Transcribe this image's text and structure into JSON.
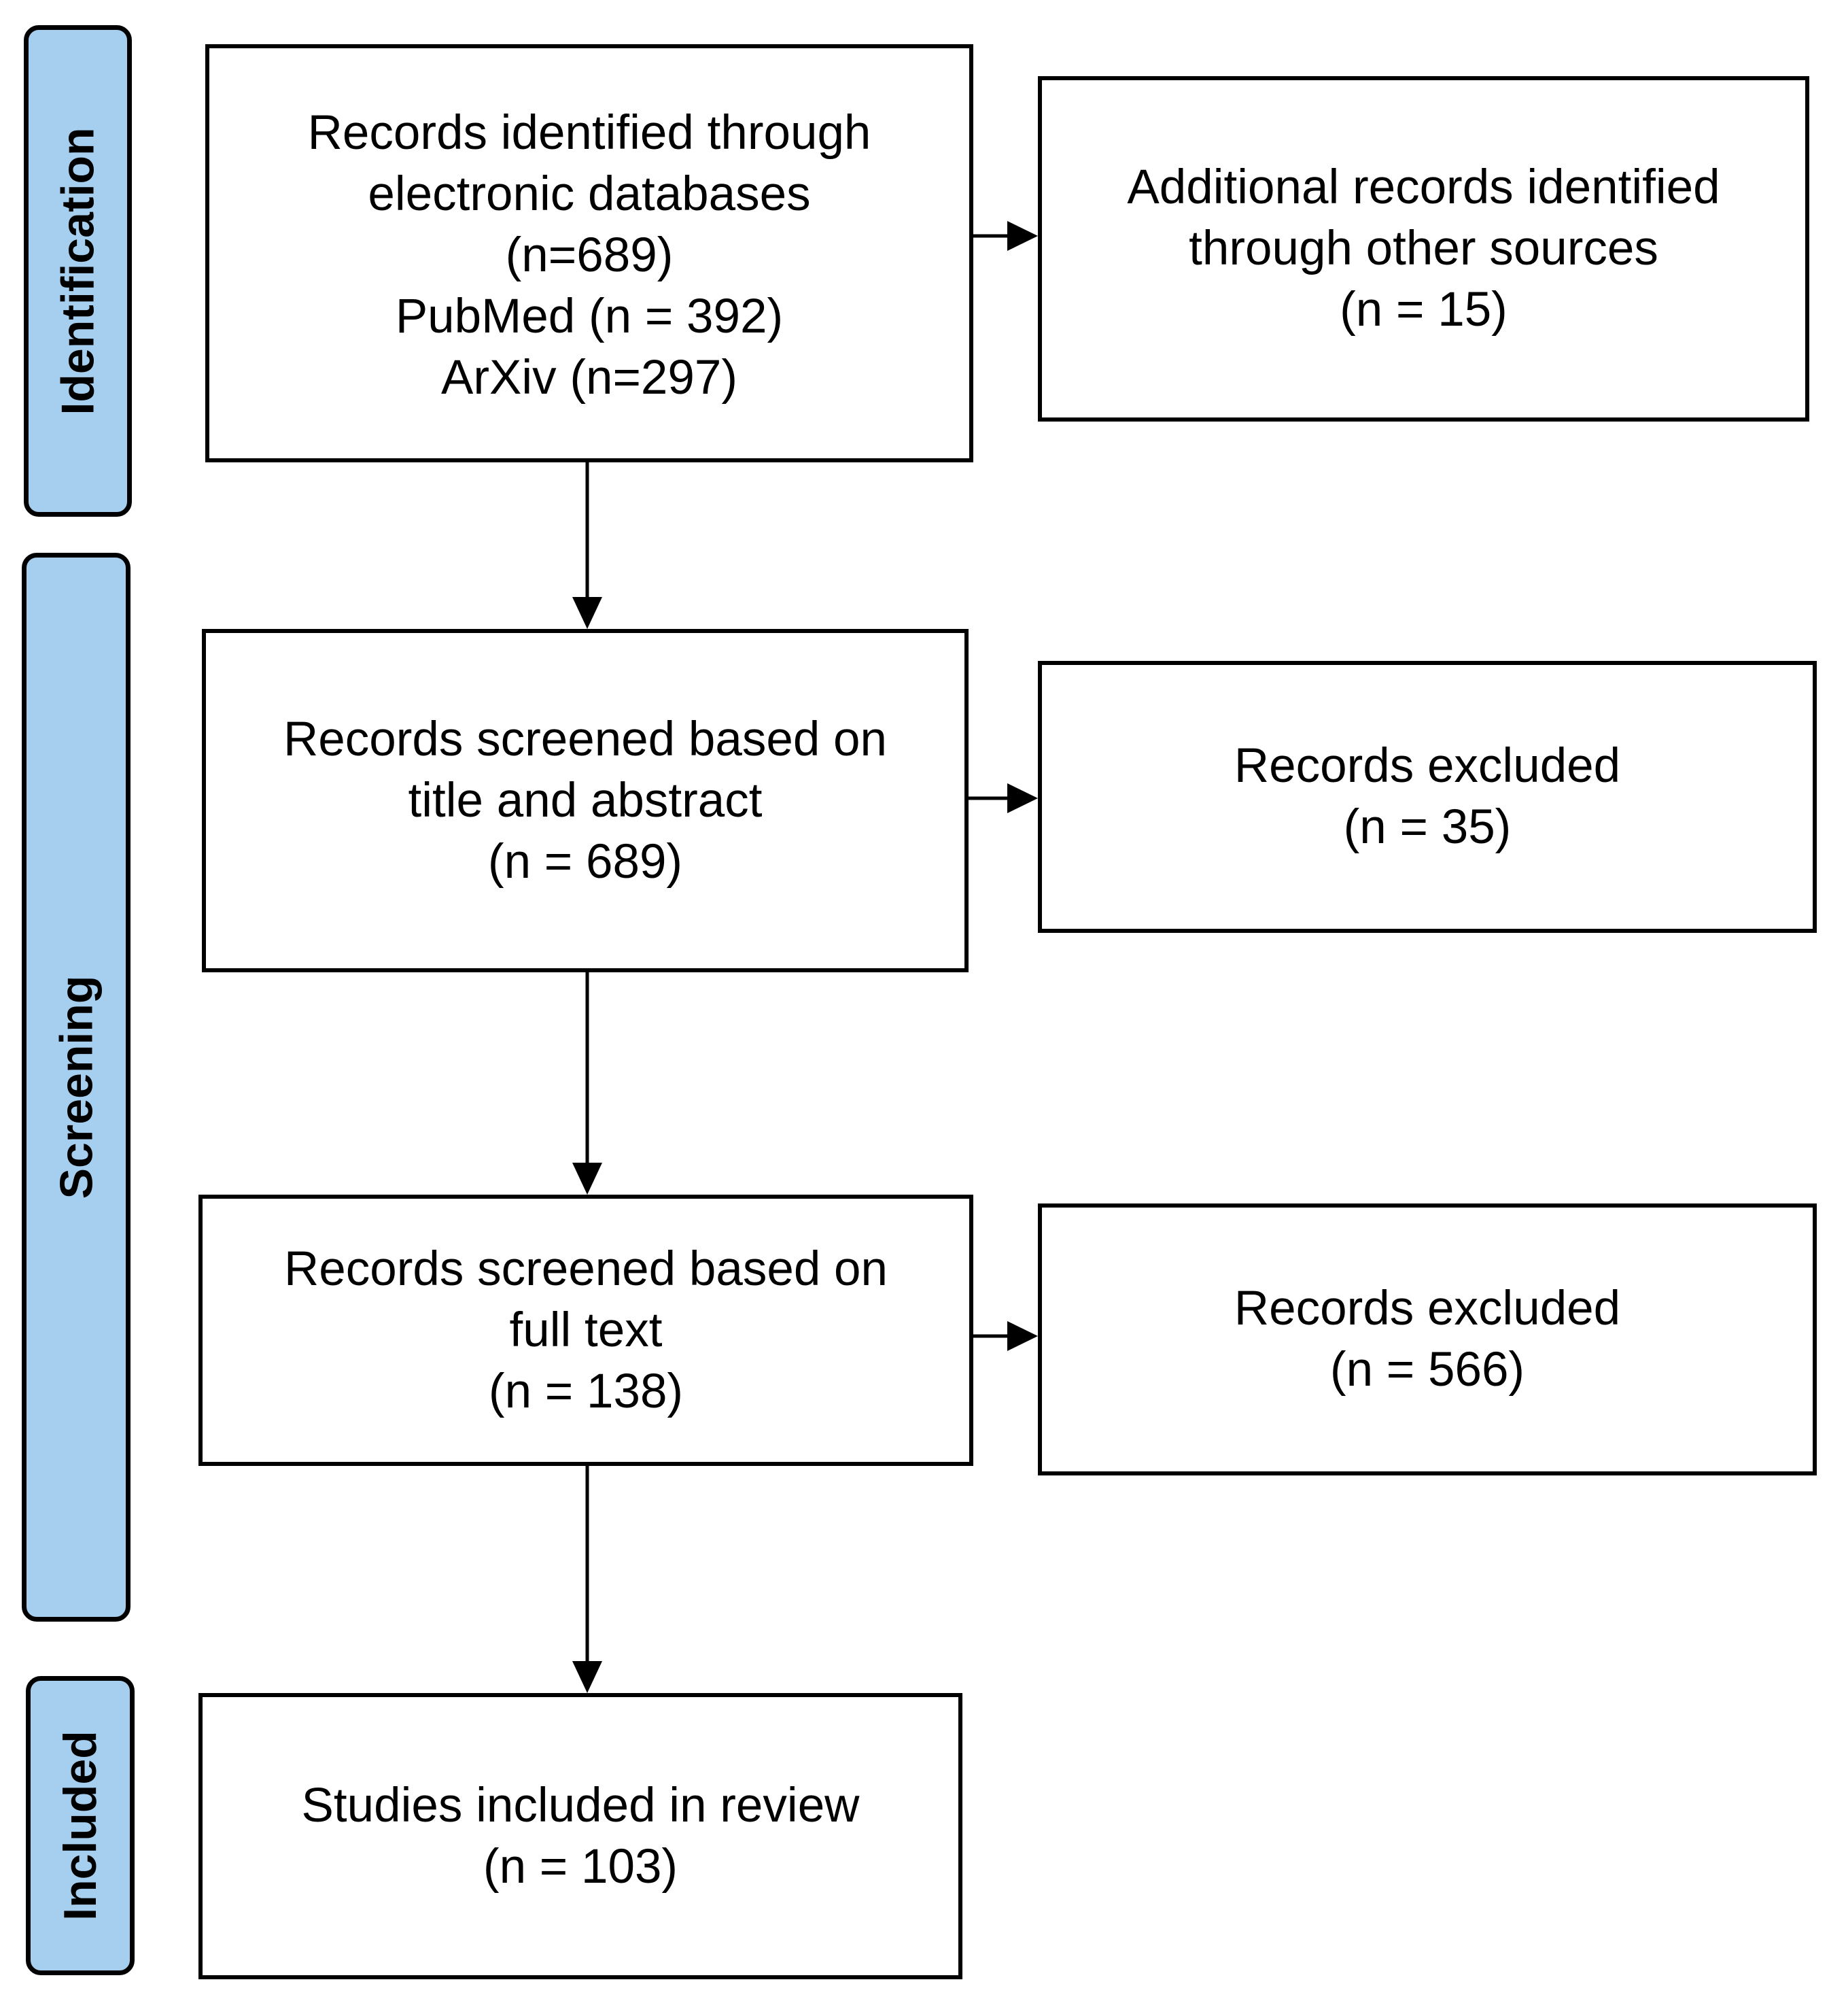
{
  "colors": {
    "phase_fill": "#a6cfef",
    "border": "#000000",
    "background": "#ffffff"
  },
  "phases": {
    "identification": "Identification",
    "screening": "Screening",
    "included": "Included"
  },
  "boxes": {
    "identified": {
      "line1": "Records identified through",
      "line2": "electronic databases",
      "line3": "(n=689)",
      "line4": "PubMed (n = 392)",
      "line5": "ArXiv (n=297)"
    },
    "additional": {
      "line1": "Additional records identified",
      "line2": "through other sources",
      "line3": "(n = 15)"
    },
    "screened_title": {
      "line1": "Records screened based on",
      "line2": "title and abstract",
      "line3": "(n = 689)"
    },
    "excluded_1": {
      "line1": "Records excluded",
      "line2": "(n = 35)"
    },
    "screened_full": {
      "line1": "Records screened based on",
      "line2": "full text",
      "line3": "(n = 138)"
    },
    "excluded_2": {
      "line1": "Records excluded",
      "line2": "(n = 566)"
    },
    "included_studies": {
      "line1": "Studies included in review",
      "line2": "(n = 103)"
    }
  }
}
